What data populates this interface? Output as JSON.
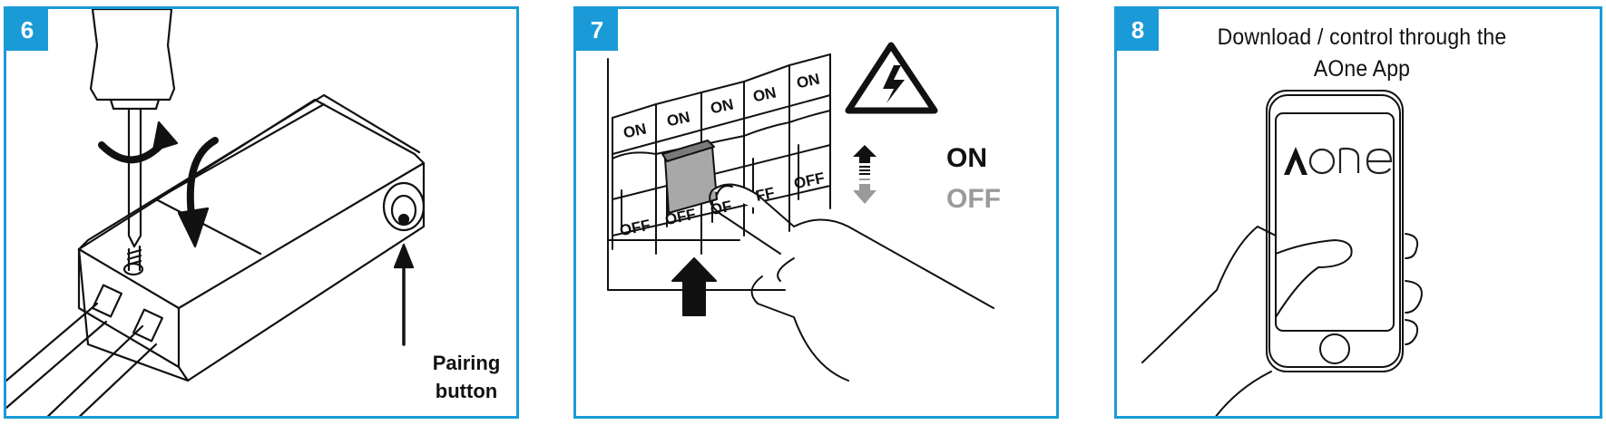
{
  "panels": [
    {
      "number": "6",
      "pairing_label_line1": "Pairing",
      "pairing_label_line2": "button"
    },
    {
      "number": "7",
      "on_label": "ON",
      "off_label": "OFF",
      "switch_on": "ON",
      "switch_off": "OFF",
      "switch_partial_off": "OF",
      "switch_partial_ff": "FF"
    },
    {
      "number": "8",
      "title_line1": "Download / control through the",
      "title_line2": "AOne App",
      "logo_text": "AOne"
    }
  ],
  "colors": {
    "accent": "#1a9bd7",
    "line": "#111111",
    "grey": "#9a9a9a",
    "switch_grey": "#a8a8a8"
  }
}
